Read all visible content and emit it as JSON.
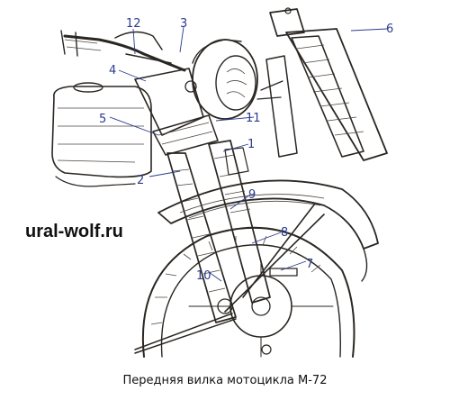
{
  "watermark": "ural-wolf.ru",
  "caption": "Передняя вилка мотоцикла М-72",
  "colors": {
    "callout": "#2b3c8f",
    "ink": "#2a2622",
    "background": "#ffffff"
  },
  "callouts": [
    "1",
    "2",
    "3",
    "4",
    "5",
    "6",
    "7",
    "8",
    "9",
    "10",
    "11",
    "12"
  ]
}
